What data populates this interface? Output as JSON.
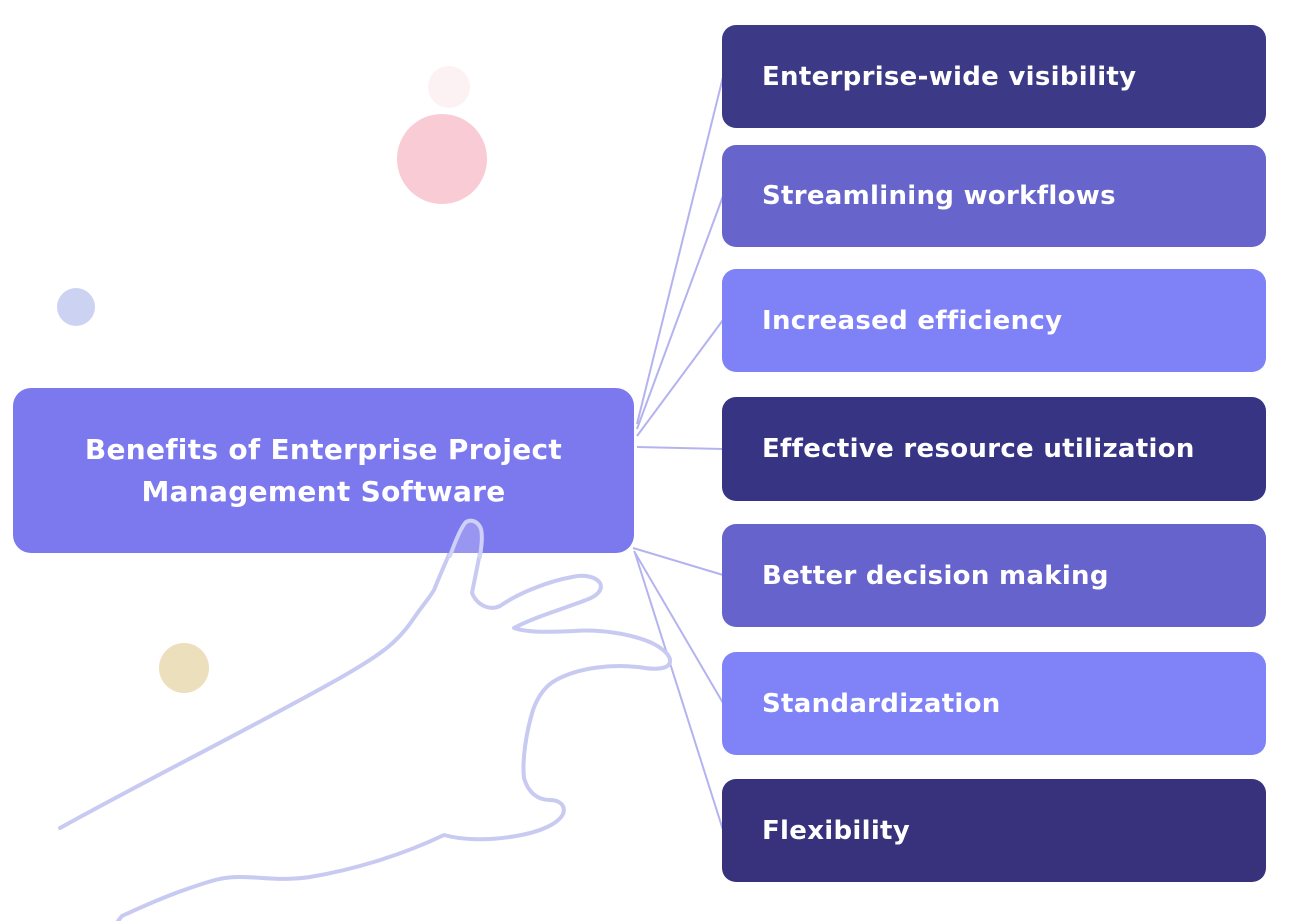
{
  "diagram": {
    "title": "Benefits of Enterprise Project Management Software",
    "root_node": {
      "label": "Benefits of Enterprise Project Management Software",
      "color": "#7c79ee",
      "text_color": "#ffffff"
    },
    "benefits": [
      {
        "label": "Enterprise-wide visibility",
        "color": "#3c3a87"
      },
      {
        "label": "Streamlining workflows",
        "color": "#6765cb"
      },
      {
        "label": "Increased efficiency",
        "color": "#7f81f7"
      },
      {
        "label": "Effective resource utilization",
        "color": "#373484"
      },
      {
        "label": "Better decision making",
        "color": "#6663cc"
      },
      {
        "label": "Standardization",
        "color": "#8083f8"
      },
      {
        "label": "Flexibility",
        "color": "#37327b"
      }
    ],
    "connector_color": "#b4b3ef",
    "decorations": {
      "hand_outline_color": "#c8caf1",
      "circles": [
        {
          "name": "faint-pink-circle",
          "color": "#fcf1f3"
        },
        {
          "name": "pink-circle",
          "color": "#f9cbd4"
        },
        {
          "name": "lavender-circle",
          "color": "#ccd3f2"
        },
        {
          "name": "beige-circle",
          "color": "#ecdfbb"
        }
      ]
    }
  }
}
